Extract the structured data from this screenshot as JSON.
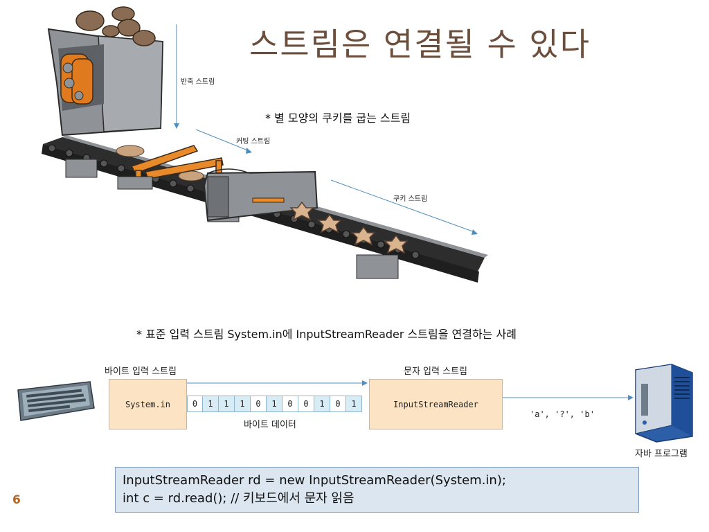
{
  "slide": {
    "title": "스트림은 연결될 수 있다",
    "page_number": "6"
  },
  "cookie_figure": {
    "caption": "* 별 모양의 쿠키를 굽는 스트림",
    "labels": {
      "raw": "반죽 스트림",
      "cutting": "커팅 스트림",
      "cookie": "쿠키 스트림"
    }
  },
  "stream_figure": {
    "caption": "* 표준 입력 스트림 System.in에 InputStreamReader 스트림을 연결하는 사례",
    "byte_stream_label": "바이트 입력 스트림",
    "char_stream_label": "문자 입력 스트림",
    "source_box": "System.in",
    "reader_box": "InputStreamReader",
    "bits": [
      "0",
      "1",
      "1",
      "1",
      "0",
      "1",
      "0",
      "0",
      "1",
      "0",
      "1"
    ],
    "byte_data_label": "바이트 데이터",
    "chars_output": "'a', '?', 'b'",
    "program_label": "자바 프로그램"
  },
  "code": {
    "line1": "InputStreamReader rd = new InputStreamReader(System.in);",
    "line2": "int c = rd.read(); // 키보드에서 문자 읽음"
  },
  "colors": {
    "title": "#6b4e3c",
    "box_fill": "#fbe3c4",
    "bit_one": "#d8ecf6",
    "arrow": "#4f8fbf",
    "code_bg": "#dce6f0",
    "page_number": "#b5651d"
  }
}
